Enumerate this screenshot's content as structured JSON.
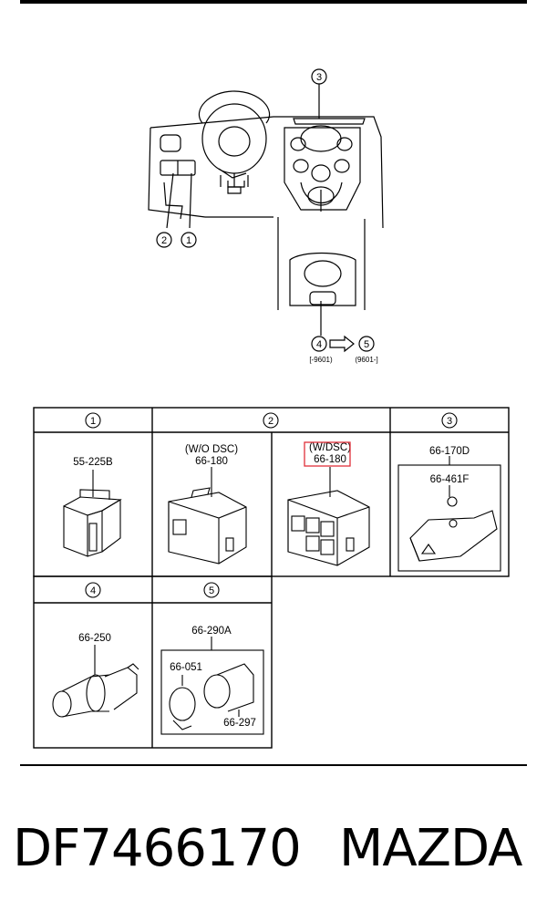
{
  "scene": {
    "callouts": [
      "1",
      "2",
      "3",
      "4",
      "5"
    ],
    "date_from": "[-9601)",
    "date_to": "(9601-]"
  },
  "table": {
    "headers": [
      "1",
      "2",
      "3"
    ],
    "headers_row2": [
      "4",
      "5"
    ],
    "cells": {
      "c1_part": "55-225B",
      "c2_variant": "(W/O DSC)",
      "c2_part": "66-180",
      "c3_variant": "(W/DSC)",
      "c3_part": "66-180",
      "c4_part": "66-170D",
      "c4_sub": "66-461F",
      "c5_part": "66-250",
      "c6_part": "66-290A",
      "c6_sub1": "66-051",
      "c6_sub2": "66-297"
    }
  },
  "highlight_color": "#e0303a",
  "footer": {
    "part_number": "DF7466170",
    "brand": "MAZDA"
  }
}
